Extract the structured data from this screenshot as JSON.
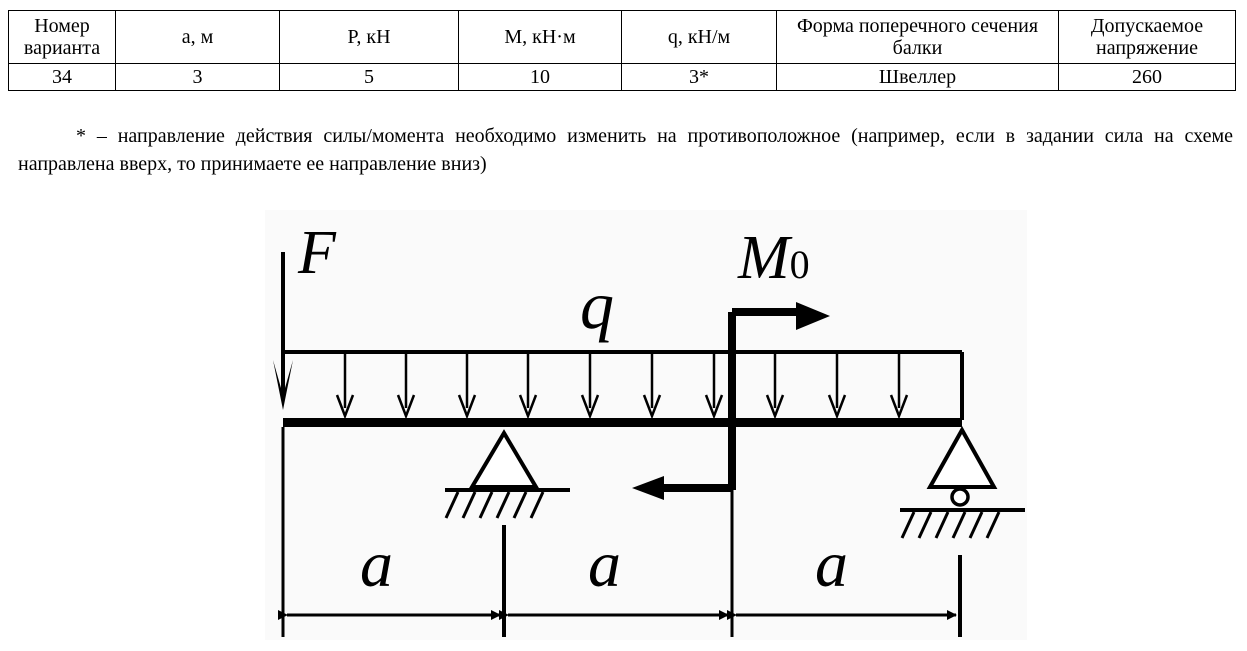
{
  "table": {
    "headers": [
      "Номер варианта",
      "a, м",
      "P, кН",
      "M, кН·м",
      "q, кН/м",
      "Форма поперечного сечения балки",
      "Допускаемое напряжение"
    ],
    "row": [
      "34",
      "3",
      "5",
      "10",
      "3*",
      "Швеллер",
      "260"
    ]
  },
  "note": "* – направление действия силы/момента необходимо изменить на противоположное (например, если в задании сила на схеме направлена вверх, то принимаете ее направление вниз)",
  "scheme": {
    "force_label": "F",
    "moment_label": "M",
    "moment_subscript": "0",
    "load_label": "q",
    "span_labels": [
      "a",
      "a",
      "a"
    ]
  }
}
